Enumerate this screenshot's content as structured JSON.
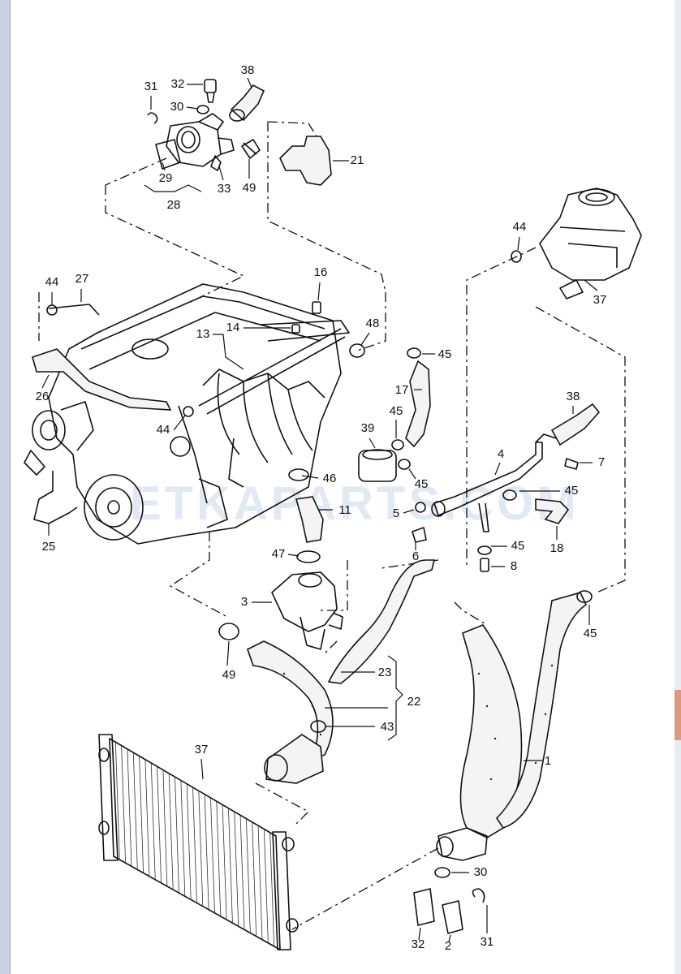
{
  "watermark": "ETKAPARTS.COM",
  "colors": {
    "ink": "#111111",
    "frame": "#c9d3e0",
    "tab": "#d99a7e",
    "watermark": "#5b86c6"
  },
  "labels": [
    {
      "id": "l31a",
      "text": "31"
    },
    {
      "id": "l32a",
      "text": "32"
    },
    {
      "id": "l38a",
      "text": "38"
    },
    {
      "id": "l30a",
      "text": "30"
    },
    {
      "id": "l21",
      "text": "21"
    },
    {
      "id": "l29",
      "text": "29"
    },
    {
      "id": "l33",
      "text": "33"
    },
    {
      "id": "l49a",
      "text": "49"
    },
    {
      "id": "l28",
      "text": "28"
    },
    {
      "id": "l44a",
      "text": "44"
    },
    {
      "id": "l37a",
      "text": "37"
    },
    {
      "id": "l16",
      "text": "16"
    },
    {
      "id": "l44b",
      "text": "44"
    },
    {
      "id": "l27",
      "text": "27"
    },
    {
      "id": "l14",
      "text": "14"
    },
    {
      "id": "l48",
      "text": "48"
    },
    {
      "id": "l13",
      "text": "13"
    },
    {
      "id": "l45a",
      "text": "45"
    },
    {
      "id": "l17",
      "text": "17"
    },
    {
      "id": "l26",
      "text": "26"
    },
    {
      "id": "l38b",
      "text": "38"
    },
    {
      "id": "l45b",
      "text": "45"
    },
    {
      "id": "l44c",
      "text": "44"
    },
    {
      "id": "l39",
      "text": "39"
    },
    {
      "id": "l4",
      "text": "4"
    },
    {
      "id": "l7",
      "text": "7"
    },
    {
      "id": "l46",
      "text": "46"
    },
    {
      "id": "l45c",
      "text": "45"
    },
    {
      "id": "l45d",
      "text": "45"
    },
    {
      "id": "l11",
      "text": "11"
    },
    {
      "id": "l5",
      "text": "5"
    },
    {
      "id": "l25",
      "text": "25"
    },
    {
      "id": "l18",
      "text": "18"
    },
    {
      "id": "l45e",
      "text": "45"
    },
    {
      "id": "l6",
      "text": "6"
    },
    {
      "id": "l47",
      "text": "47"
    },
    {
      "id": "l8",
      "text": "8"
    },
    {
      "id": "l3",
      "text": "3"
    },
    {
      "id": "l45f",
      "text": "45"
    },
    {
      "id": "l49b",
      "text": "49"
    },
    {
      "id": "l23",
      "text": "23"
    },
    {
      "id": "l22",
      "text": "22"
    },
    {
      "id": "l43",
      "text": "43"
    },
    {
      "id": "l37b",
      "text": "37"
    },
    {
      "id": "l1",
      "text": "1"
    },
    {
      "id": "l30b",
      "text": "30"
    },
    {
      "id": "l32b",
      "text": "32"
    },
    {
      "id": "l2",
      "text": "2"
    },
    {
      "id": "l31b",
      "text": "31"
    }
  ]
}
